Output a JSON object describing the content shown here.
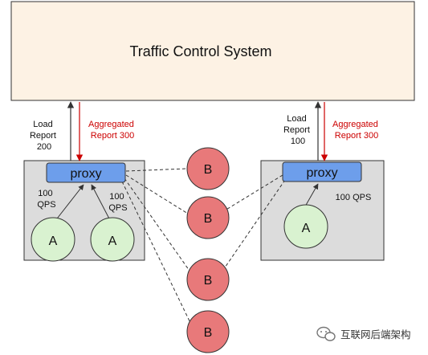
{
  "colors": {
    "system_fill": "#fdf2e4",
    "host_fill": "#dcdcdc",
    "proxy_fill": "#6d9eeb",
    "a_fill": "#d9f2d0",
    "b_fill": "#e8797a",
    "report_red": "#cc0000",
    "line": "#333333"
  },
  "system": {
    "title": "Traffic Control System"
  },
  "left_host": {
    "proxy_label": "proxy",
    "load_report": [
      "Load",
      "Report",
      "200"
    ],
    "aggregated_report": [
      "Aggregated",
      "Report 300"
    ],
    "qps_1": [
      "100",
      "QPS"
    ],
    "qps_2": [
      "100",
      "QPS"
    ],
    "client_a1": "A",
    "client_a2": "A"
  },
  "right_host": {
    "proxy_label": "proxy",
    "load_report": [
      "Load",
      "Report",
      "100"
    ],
    "aggregated_report": [
      "Aggregated",
      "Report 300"
    ],
    "qps": "100 QPS",
    "client_a": "A"
  },
  "backends": [
    "B",
    "B",
    "B",
    "B"
  ],
  "watermark": {
    "icon": "wechat-icon",
    "text": "互联网后端架构"
  }
}
